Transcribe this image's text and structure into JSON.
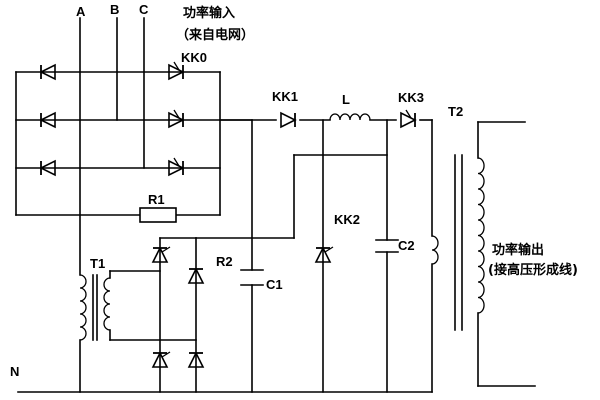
{
  "labels": {
    "phase_a": "A",
    "phase_b": "B",
    "phase_c": "C",
    "neutral": "N",
    "kk0": "KK0",
    "kk1": "KK1",
    "kk2": "KK2",
    "kk3": "KK3",
    "inductor": "L",
    "t1": "T1",
    "t2": "T2",
    "r1": "R1",
    "r2": "R2",
    "c1": "C1",
    "c2": "C2"
  },
  "notes": {
    "power_in_line1": "功率输入",
    "power_in_line2": "（来自电网）",
    "power_out_line1": "功率输出",
    "power_out_line2": "(接高压形成线)"
  }
}
